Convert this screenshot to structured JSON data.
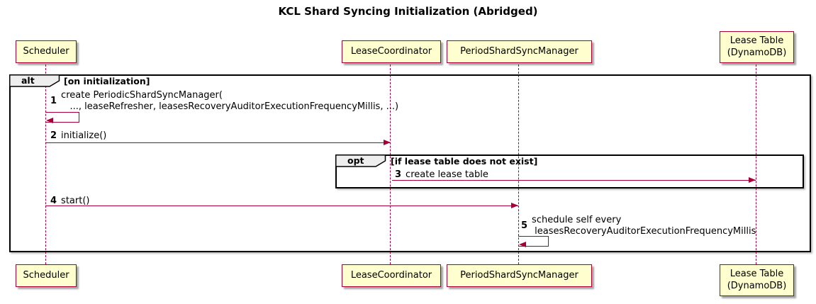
{
  "title": "KCL Shard Syncing Initialization (Abridged)",
  "participants": [
    {
      "label": "Scheduler"
    },
    {
      "label": "LeaseCoordinator"
    },
    {
      "label": "PeriodShardSyncManager"
    },
    {
      "label": "Lease Table\n(DynamoDB)"
    }
  ],
  "frames": {
    "alt": {
      "keyword": "alt",
      "condition": "[on initialization]"
    },
    "opt": {
      "keyword": "opt",
      "condition": "[if lease table does not exist]"
    }
  },
  "messages": [
    {
      "num": "1",
      "text": "create PeriodicShardSyncManager(\n   ..., leaseRefresher, leasesRecoveryAuditorExecutionFrequencyMillis, ...)"
    },
    {
      "num": "2",
      "text": "initialize()"
    },
    {
      "num": "3",
      "text": "create lease table"
    },
    {
      "num": "4",
      "text": "start()"
    },
    {
      "num": "5",
      "text": "schedule self every\n leasesRecoveryAuditorExecutionFrequencyMillis"
    }
  ],
  "colors": {
    "accent": "#A80036",
    "participant_fill": "#FEFECE",
    "frame_border": "#000000",
    "frame_label_bg": "#EEEEEE"
  }
}
